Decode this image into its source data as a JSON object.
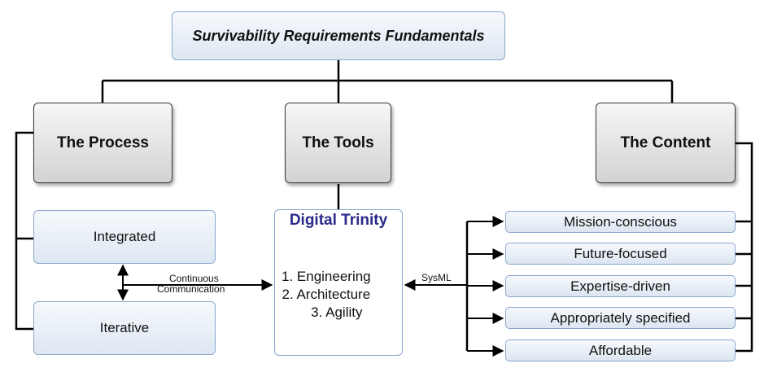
{
  "title": "Survivability Requirements Fundamentals",
  "pillars": {
    "process": "The Process",
    "tools": "The Tools",
    "content": "The Content"
  },
  "process_items": [
    "Integrated",
    "Iterative"
  ],
  "communication_label": [
    "Continuous",
    "Communication"
  ],
  "digital_trinity": {
    "title": "Digital Trinity",
    "items": [
      "1. Engineering",
      "2. Architecture",
      "3. Agility"
    ]
  },
  "sysml_label": "SysML",
  "content_items": [
    "Mission-conscious",
    "Future-focused",
    "Expertise-driven",
    "Appropriately specified",
    "Affordable"
  ],
  "colors": {
    "trinity_title": "#2a2a8a",
    "box_border": "#8aa7cc",
    "connector": "#000000"
  }
}
